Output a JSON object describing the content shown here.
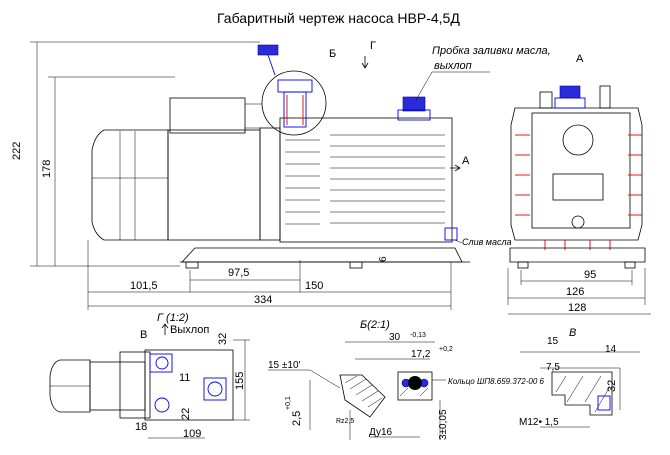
{
  "title": "Габаритный чертеж насоса НВР-4,5Д",
  "main_view": {
    "section_mark_b": "Б",
    "view_mark_g": "Г",
    "oil_plug_label_line1": "Пробка заливки масла,",
    "oil_plug_label_line2": "выхлоп",
    "view_mark_a_top": "А",
    "view_mark_a_side": "А",
    "oil_drain_label": "Слив масла",
    "dims": {
      "overall_height": "222",
      "axis_height": "178",
      "d_97_5": "97,5",
      "d_6": "6",
      "d_101_5": "101,5",
      "d_150": "150",
      "d_334": "334"
    }
  },
  "side_view": {
    "dims": {
      "d_95": "95",
      "d_126": "126",
      "d_128": "128"
    }
  },
  "view_g": {
    "label": "Г (1:2)",
    "b_mark": "В",
    "exhaust_label": "Выхлоп",
    "dims": {
      "d_32": "32",
      "d_155": "155",
      "d_11": "11",
      "d_22": "22",
      "d_18": "18",
      "d_109": "109"
    }
  },
  "view_b": {
    "label": "Б(2:1)",
    "dims": {
      "d_30": "30",
      "tol_30": "-0,13",
      "d_17_2": "17,2",
      "tol_17_2": "+0,2",
      "angle": "15 ±10'",
      "d_2_5": "2,5",
      "tol_2_5": "+0,1",
      "roughness": "Rz2,5",
      "d_3": "3±0,05",
      "du16": "Ду16"
    },
    "ring_label": "Кольцо ШП8.659.372-00 6"
  },
  "view_v": {
    "label": "В",
    "dims": {
      "d_15": "15",
      "d_14": "14",
      "d_7_5": "7,5",
      "d_32": "32",
      "thread": "М12• 1,5"
    }
  }
}
